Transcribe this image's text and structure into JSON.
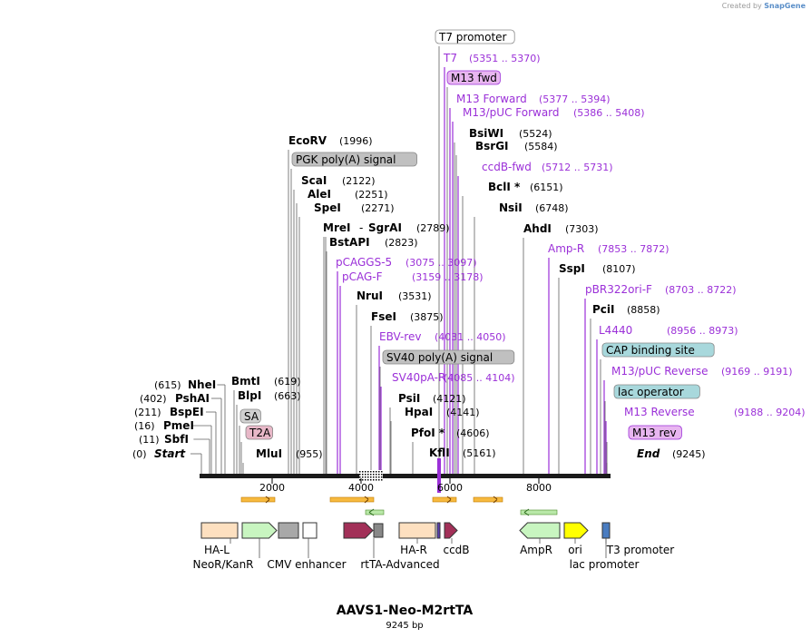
{
  "attribution": {
    "prefix": "Created by",
    "logo": "SnapGene"
  },
  "plasmid": {
    "name": "AAVS1-Neo-M2rtTA",
    "size_label": "9245 bp"
  },
  "axis": {
    "ticks": [
      "2000",
      "4000",
      "6000",
      "8000"
    ]
  },
  "colors": {
    "enzyme": "#000000",
    "primer": "#9b30d8",
    "feature_box": "#c0c0c0",
    "primer_box": "#e8b6f0",
    "cap_box": "#a8d8dc",
    "sa_box": "#d0d0d0",
    "t2a_box": "#e8b8c8",
    "tick_line": "#555555"
  },
  "sites": [
    {
      "name": "T7 promoter",
      "range": "",
      "type": "box-white"
    },
    {
      "name": "T7",
      "range": "(5351 .. 5370)",
      "type": "primer"
    },
    {
      "name": "M13 fwd",
      "range": "",
      "type": "box-primer"
    },
    {
      "name": "M13 Forward",
      "range": "(5377 .. 5394)",
      "type": "primer"
    },
    {
      "name": "M13/pUC Forward",
      "range": "(5386 .. 5408)",
      "type": "primer"
    },
    {
      "name": "BsiWI",
      "range": "(5524)",
      "type": "enzyme"
    },
    {
      "name": "BsrGI",
      "range": "(5584)",
      "type": "enzyme"
    },
    {
      "name": "ccdB-fwd",
      "range": "(5712 .. 5731)",
      "type": "primer"
    },
    {
      "name": "BclI *",
      "range": "(6151)",
      "type": "enzyme"
    },
    {
      "name": "NsiI",
      "range": "(6748)",
      "type": "enzyme"
    },
    {
      "name": "AhdI",
      "range": "(7303)",
      "type": "enzyme"
    },
    {
      "name": "Amp-R",
      "range": "(7853 .. 7872)",
      "type": "primer"
    },
    {
      "name": "SspI",
      "range": "(8107)",
      "type": "enzyme"
    },
    {
      "name": "pBR322ori-F",
      "range": "(8703 .. 8722)",
      "type": "primer"
    },
    {
      "name": "PciI",
      "range": "(8858)",
      "type": "enzyme"
    },
    {
      "name": "L4440",
      "range": "(8956 .. 8973)",
      "type": "primer"
    },
    {
      "name": "CAP binding site",
      "range": "",
      "type": "box-cap"
    },
    {
      "name": "M13/pUC Reverse",
      "range": "(9169 .. 9191)",
      "type": "primer"
    },
    {
      "name": "lac operator",
      "range": "",
      "type": "box-cap"
    },
    {
      "name": "M13 Reverse",
      "range": "(9188 .. 9204)",
      "type": "primer"
    },
    {
      "name": "M13 rev",
      "range": "",
      "type": "box-primer"
    },
    {
      "name": "End",
      "range": "(9245)",
      "type": "end"
    },
    {
      "name": "EcoRV",
      "range": "(1996)",
      "type": "enzyme"
    },
    {
      "name": "PGK poly(A) signal",
      "range": "",
      "type": "box-feature"
    },
    {
      "name": "ScaI",
      "range": "(2122)",
      "type": "enzyme"
    },
    {
      "name": "AleI",
      "range": "(2251)",
      "type": "enzyme"
    },
    {
      "name": "SpeI",
      "range": "(2271)",
      "type": "enzyme"
    },
    {
      "name": "MreI",
      "range": "",
      "type": "enzyme"
    },
    {
      "name": "-",
      "range": "",
      "type": "plain"
    },
    {
      "name": "SgrAI",
      "range": "(2789)",
      "type": "enzyme"
    },
    {
      "name": "BstAPI",
      "range": "(2823)",
      "type": "enzyme"
    },
    {
      "name": "pCAGGS-5",
      "range": "(3075 .. 3097)",
      "type": "primer"
    },
    {
      "name": "pCAG-F",
      "range": "(3159 .. 3178)",
      "type": "primer"
    },
    {
      "name": "NruI",
      "range": "(3531)",
      "type": "enzyme"
    },
    {
      "name": "FseI",
      "range": "(3875)",
      "type": "enzyme"
    },
    {
      "name": "EBV-rev",
      "range": "(4031 .. 4050)",
      "type": "primer"
    },
    {
      "name": "SV40 poly(A) signal",
      "range": "",
      "type": "box-feature"
    },
    {
      "name": "SV40pA-R",
      "range": "(4085 .. 4104)",
      "type": "primer"
    },
    {
      "name": "PsiI",
      "range": "(4121)",
      "type": "enzyme"
    },
    {
      "name": "HpaI",
      "range": "(4141)",
      "type": "enzyme"
    },
    {
      "name": "PfoI *",
      "range": "(4606)",
      "type": "enzyme"
    },
    {
      "name": "KflI",
      "range": "(5161)",
      "type": "enzyme"
    },
    {
      "name": "NheI",
      "range": "(615)",
      "type": "enzyme-left"
    },
    {
      "name": "PshAI",
      "range": "(402)",
      "type": "enzyme-left"
    },
    {
      "name": "BspEI",
      "range": "(211)",
      "type": "enzyme-left"
    },
    {
      "name": "PmeI",
      "range": "(16)",
      "type": "enzyme-left"
    },
    {
      "name": "SbfI",
      "range": "(11)",
      "type": "enzyme-left"
    },
    {
      "name": "Start",
      "range": "(0)",
      "type": "start"
    },
    {
      "name": "BmtI",
      "range": "(619)",
      "type": "enzyme"
    },
    {
      "name": "BlpI",
      "range": "(663)",
      "type": "enzyme"
    },
    {
      "name": "SA",
      "range": "",
      "type": "box-sa"
    },
    {
      "name": "T2A",
      "range": "",
      "type": "box-t2a"
    },
    {
      "name": "MluI",
      "range": "(955)",
      "type": "enzyme"
    }
  ],
  "features": [
    {
      "name": "HA-L"
    },
    {
      "name": "NeoR/KanR"
    },
    {
      "name": "CMV enhancer"
    },
    {
      "name": "rtTA-Advanced"
    },
    {
      "name": "HA-R"
    },
    {
      "name": "ccdB"
    },
    {
      "name": "AmpR"
    },
    {
      "name": "ori"
    },
    {
      "name": "T3 promoter"
    },
    {
      "name": "lac promoter"
    }
  ]
}
